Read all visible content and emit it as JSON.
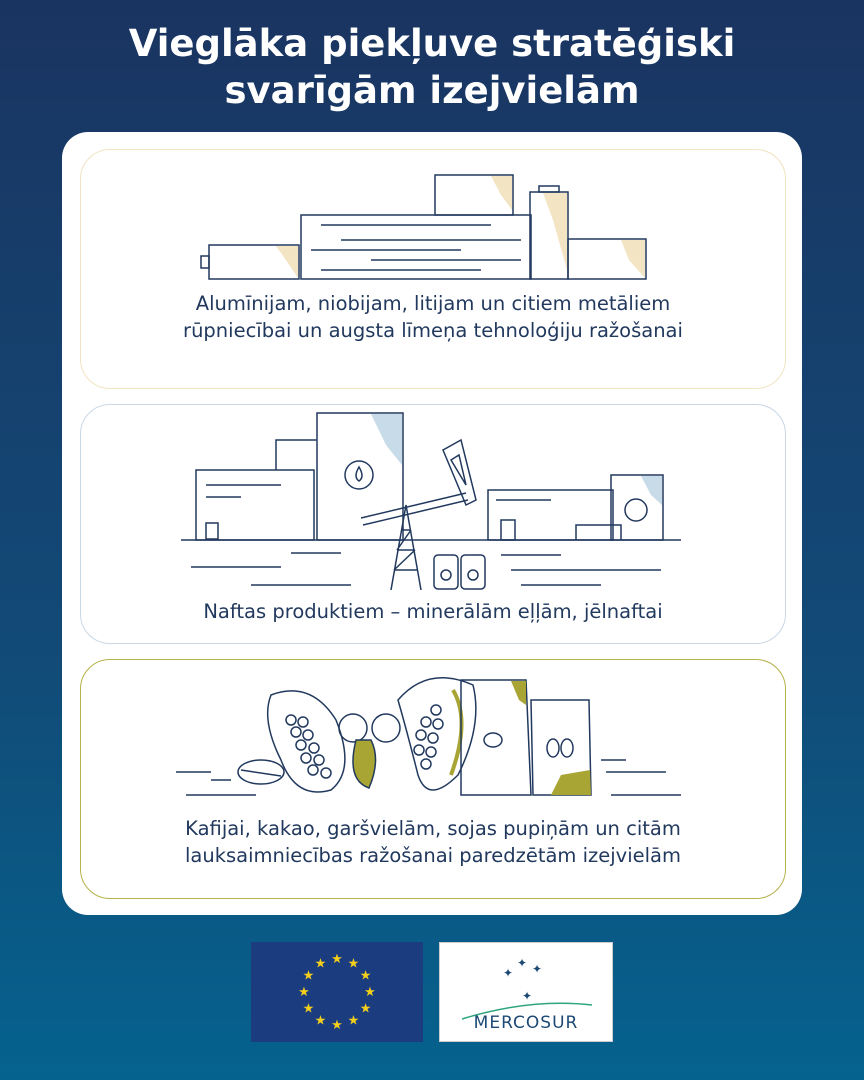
{
  "title": {
    "line1": "Vieglāka piekļuve stratēģiski",
    "line2": "svarīgām izejvielām"
  },
  "panels": [
    {
      "icon": "metals-factory-icon",
      "line1": "Alumīnijam, niobijam, litijam un citiem metāliem",
      "line2": "rūpniecībai un augsta līmeņa tehnoloģiju ražošanai"
    },
    {
      "icon": "oil-pump-icon",
      "line1": "Naftas produktiem – minerālām eļļām, jēlnaftai"
    },
    {
      "icon": "agriculture-beans-icon",
      "line1": "Kafijai, kakao, garšvielām, sojas pupiņām un citām",
      "line2": "lauksaimniecības ražošanai paredzētām izejvielām"
    }
  ],
  "logos": {
    "eu": "EU flag",
    "mercosur": "MERCOSUR"
  },
  "colors": {
    "navy": "#22395e",
    "gold": "#f3e4c4",
    "blue": "#c8dbe8",
    "olive": "#a9a534",
    "star": "#f5cf1b"
  }
}
